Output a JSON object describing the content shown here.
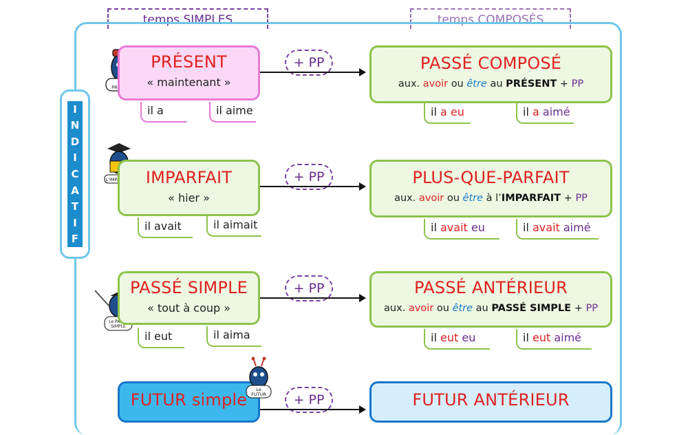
{
  "headers": {
    "left": "temps SIMPLES",
    "right": "temps COMPOSÉS"
  },
  "side_tab": {
    "letters": [
      "I",
      "N",
      "D",
      "I",
      "C",
      "A",
      "T",
      "I",
      "F"
    ]
  },
  "pp_label": "+ PP",
  "rows": [
    {
      "simple": {
        "title": "PRÉSENT",
        "sub": "« maintenant »",
        "ex1": "il a",
        "ex2": "il aime",
        "badge": "Le PRÉSENT"
      },
      "compose": {
        "title": "PASSÉ COMPOSÉ",
        "aux": "aux.",
        "avoir": "avoir",
        "ou": "ou",
        "etre": "être",
        "mid": "au",
        "tense": "PRÉSENT",
        "plus": "+",
        "pp": "PP",
        "ex1": {
          "il": "il",
          "aux": "a eu",
          "part": ""
        },
        "ex2": {
          "il": "il",
          "aux": "a",
          "part": "aimé"
        }
      }
    },
    {
      "simple": {
        "title": "IMPARFAIT",
        "sub": "« hier »",
        "ex1": "il avait",
        "ex2": "il aimait",
        "badge": "L'IMPARFAIT"
      },
      "compose": {
        "title": "PLUS-QUE-PARFAIT",
        "aux": "aux.",
        "avoir": "avoir",
        "ou": "ou",
        "etre": "être",
        "mid": "à l’",
        "tense": "IMPARFAIT",
        "plus": "+",
        "pp": "PP",
        "ex1": {
          "il": "il",
          "aux": "avait",
          "part": "eu"
        },
        "ex2": {
          "il": "il",
          "aux": "avait",
          "part": "aimé"
        }
      }
    },
    {
      "simple": {
        "title": "PASSÉ SIMPLE",
        "sub": "« tout à coup »",
        "ex1": "il eut",
        "ex2": "il aima",
        "badge": "Le PASSÉ SIMPLE"
      },
      "compose": {
        "title": "PASSÉ ANTÉRIEUR",
        "aux": "aux.",
        "avoir": "avoir",
        "ou": "ou",
        "etre": "être",
        "mid": "au",
        "tense": "PASSÉ SIMPLE",
        "plus": "+",
        "pp": "PP",
        "ex1": {
          "il": "il",
          "aux": "eut",
          "part": "eu"
        },
        "ex2": {
          "il": "il",
          "aux": "eut",
          "part": "aimé"
        }
      }
    },
    {
      "simple": {
        "title": "FUTUR simple",
        "badge": "Le FUTUR"
      },
      "compose": {
        "title": "FUTUR ANTÉRIEUR"
      }
    }
  ],
  "colors": {
    "frame": "#6ec6ea",
    "tab": "#1c8ccd",
    "title_red": "#e02020",
    "green": "#8bc34a",
    "pink": "#e879d6",
    "purple": "#6a2c8e",
    "blue_italic": "#1c7cc9"
  }
}
